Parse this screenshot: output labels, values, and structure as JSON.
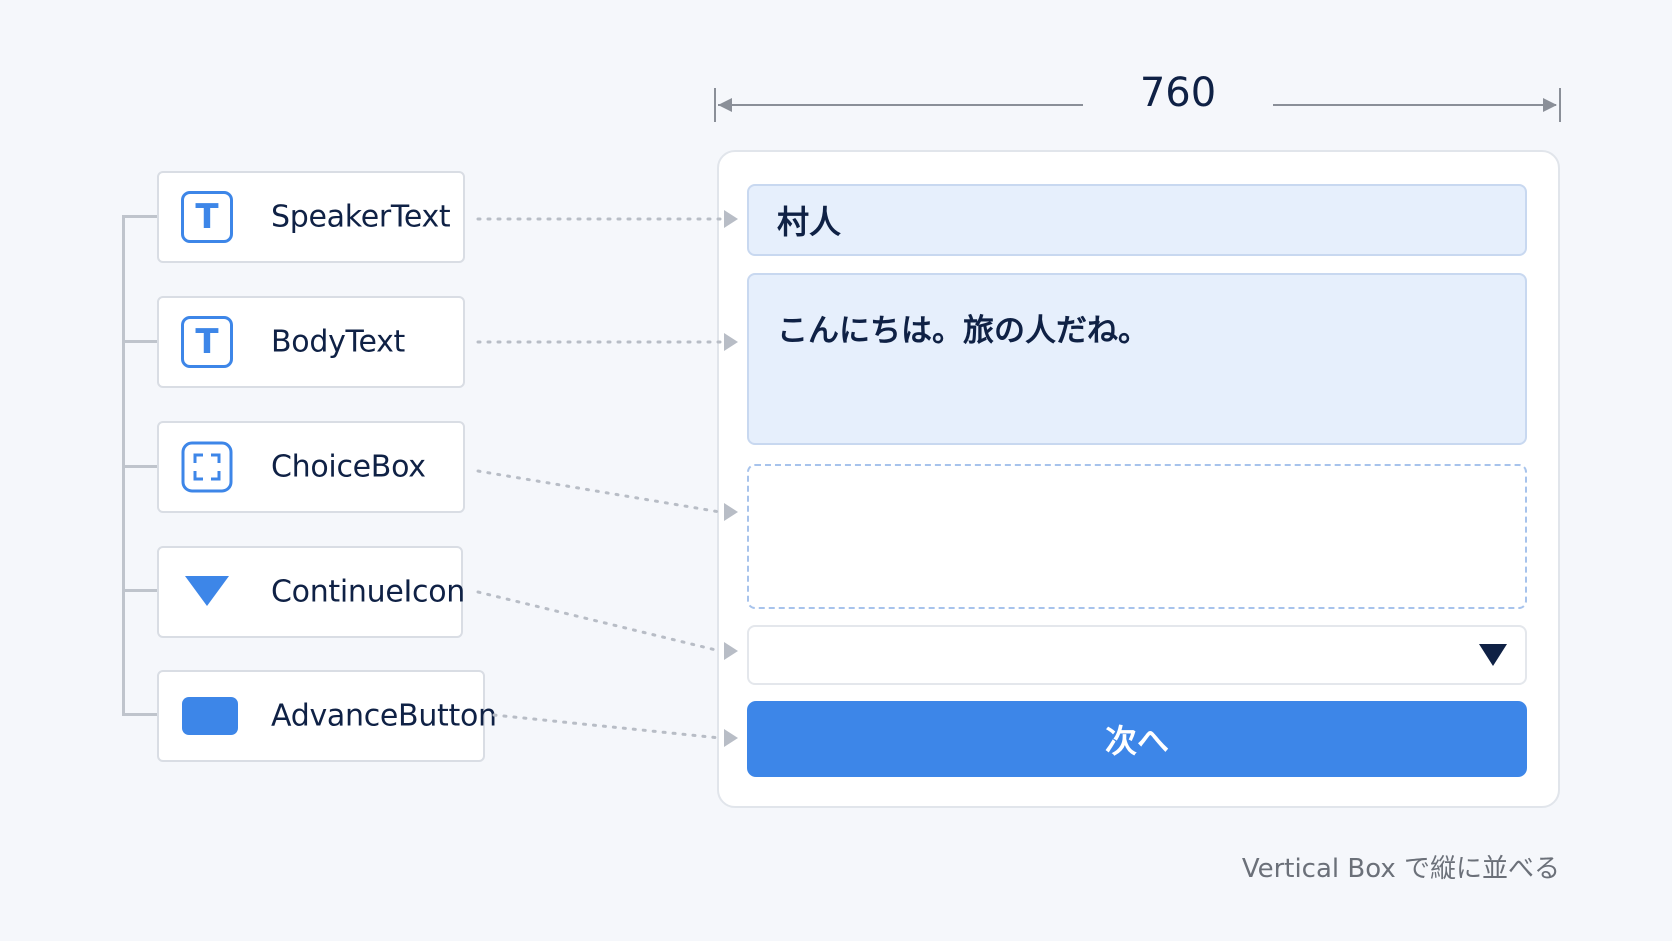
{
  "width_label": "760",
  "components": [
    {
      "name": "SpeakerText",
      "icon": "text-icon",
      "glyph": "T"
    },
    {
      "name": "BodyText",
      "icon": "text-icon",
      "glyph": "T"
    },
    {
      "name": "ChoiceBox",
      "icon": "dashed-box-icon"
    },
    {
      "name": "ContinueIcon",
      "icon": "triangle-down-icon"
    },
    {
      "name": "AdvanceButton",
      "icon": "button-icon"
    }
  ],
  "dialog": {
    "speaker": "村人",
    "body": "こんにちは。旅の人だね。",
    "advance_label": "次へ"
  },
  "caption": "Vertical Box で縦に並べる",
  "colors": {
    "accent": "#3d86e8",
    "text": "#0f2145",
    "slot_bg": "#e6effc",
    "line": "#bfc4cc"
  }
}
